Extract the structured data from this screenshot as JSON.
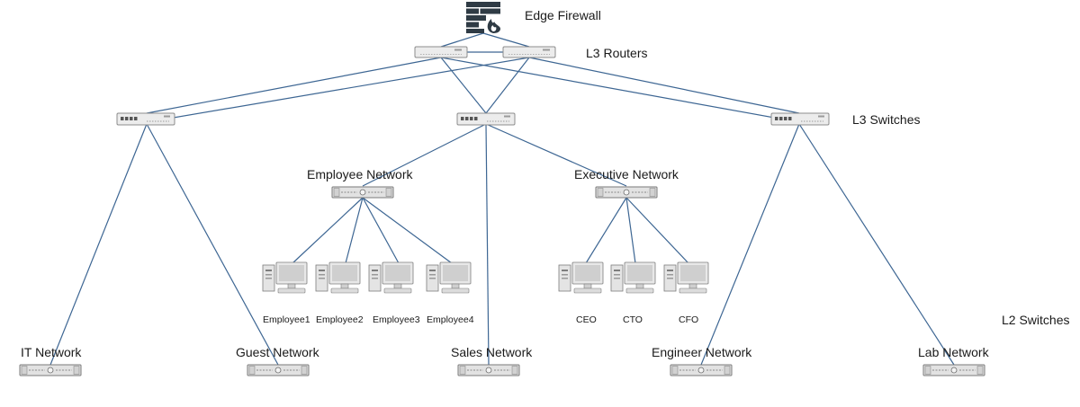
{
  "labels": {
    "firewall": "Edge Firewall",
    "l3_routers": "L3 Routers",
    "l3_switches": "L3 Switches",
    "l2_switches": "L2 Switches",
    "employee_network": "Employee Network",
    "executive_network": "Executive Network",
    "it_network": "IT Network",
    "guest_network": "Guest Network",
    "sales_network": "Sales Network",
    "engineer_network": "Engineer Network",
    "lab_network": "Lab Network"
  },
  "employees": [
    "Employee1",
    "Employee2",
    "Employee3",
    "Employee4"
  ],
  "executives": [
    "CEO",
    "CTO",
    "CFO"
  ],
  "icons": {
    "firewall": "firewall-icon",
    "router": "router-icon",
    "l3_switch": "switch-icon",
    "l2_switch": "rack-switch-icon",
    "workstation": "desktop-computer-icon"
  },
  "colors": {
    "link": "#3d6693",
    "firewall": "#2f3b45",
    "device_fill": "#ececec",
    "device_stroke": "#8c8c8c"
  }
}
